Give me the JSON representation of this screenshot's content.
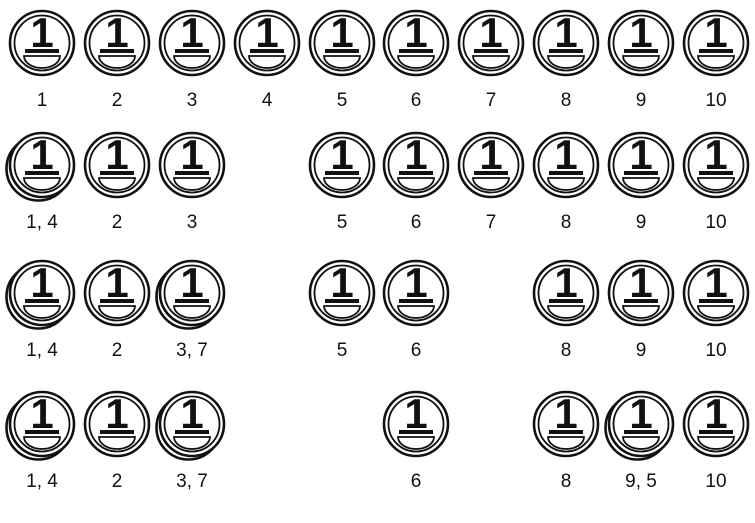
{
  "coin": {
    "face_text": "1",
    "stroke_color": "#111111",
    "fill_color": "#ffffff"
  },
  "rows": [
    {
      "coins": [
        {
          "label": "1",
          "stack": 1
        },
        {
          "label": "2",
          "stack": 1
        },
        {
          "label": "3",
          "stack": 1
        },
        {
          "label": "4",
          "stack": 1
        },
        {
          "label": "5",
          "stack": 1
        },
        {
          "label": "6",
          "stack": 1
        },
        {
          "label": "7",
          "stack": 1
        },
        {
          "label": "8",
          "stack": 1
        },
        {
          "label": "9",
          "stack": 1
        },
        {
          "label": "10",
          "stack": 1
        }
      ]
    },
    {
      "coins": [
        {
          "label": "1, 4",
          "stack": 2
        },
        {
          "label": "2",
          "stack": 1
        },
        {
          "label": "3",
          "stack": 1
        },
        {
          "label": "5",
          "stack": 1
        },
        {
          "label": "6",
          "stack": 1
        },
        {
          "label": "7",
          "stack": 1
        },
        {
          "label": "8",
          "stack": 1
        },
        {
          "label": "9",
          "stack": 1
        },
        {
          "label": "10",
          "stack": 1
        }
      ]
    },
    {
      "coins": [
        {
          "label": "1, 4",
          "stack": 2
        },
        {
          "label": "2",
          "stack": 1
        },
        {
          "label": "3, 7",
          "stack": 2
        },
        {
          "label": "5",
          "stack": 1
        },
        {
          "label": "6",
          "stack": 1
        },
        {
          "label": "8",
          "stack": 1
        },
        {
          "label": "9",
          "stack": 1
        },
        {
          "label": "10",
          "stack": 1
        }
      ]
    },
    {
      "coins": [
        {
          "label": "1, 4",
          "stack": 2
        },
        {
          "label": "2",
          "stack": 1
        },
        {
          "label": "3, 7",
          "stack": 2
        },
        {
          "label": "6",
          "stack": 1
        },
        {
          "label": "8",
          "stack": 1
        },
        {
          "label": "9, 5",
          "stack": 2
        },
        {
          "label": "10",
          "stack": 1
        }
      ]
    }
  ]
}
